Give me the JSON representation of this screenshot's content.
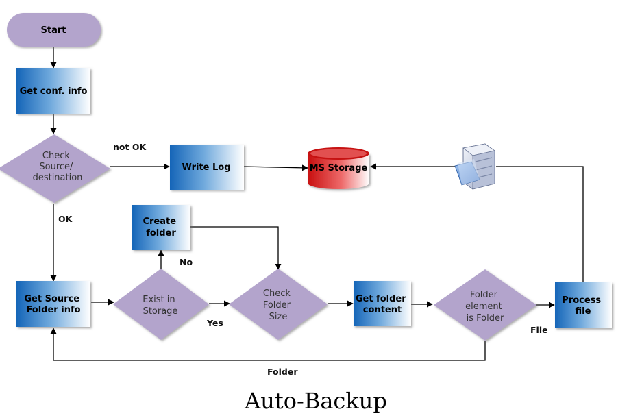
{
  "nodes": {
    "start": "Start",
    "get_conf": "Get conf. info",
    "check_source": [
      "Check",
      "Source/",
      "destination"
    ],
    "write_log": "Write Log",
    "ms_storage": "MS Storage",
    "create_folder": [
      "Create",
      "folder"
    ],
    "get_source_folder": [
      "Get Source",
      "Folder info"
    ],
    "exist_in_storage": [
      "Exist in",
      "Storage"
    ],
    "check_folder_size": [
      "Check",
      "Folder",
      "Size"
    ],
    "get_folder_content": [
      "Get folder",
      "content"
    ],
    "folder_element": [
      "Folder",
      "element",
      "is Folder"
    ],
    "process_file": [
      "Process",
      "file"
    ]
  },
  "edges": {
    "not_ok": "not OK",
    "ok": "OK",
    "no": "No",
    "yes": "Yes",
    "file": "File",
    "folder": "Folder"
  },
  "title": "Auto-Backup",
  "colors": {
    "oval_fill": "#b3a4cc",
    "diamond_fill": "#b3a4cc",
    "box_blue": "#1f6fbf",
    "box_light": "#ffffff",
    "cylinder_red": "#d11a1a",
    "line": "#000000"
  },
  "icons": {
    "file_cabinet": "file-cabinet-icon"
  }
}
